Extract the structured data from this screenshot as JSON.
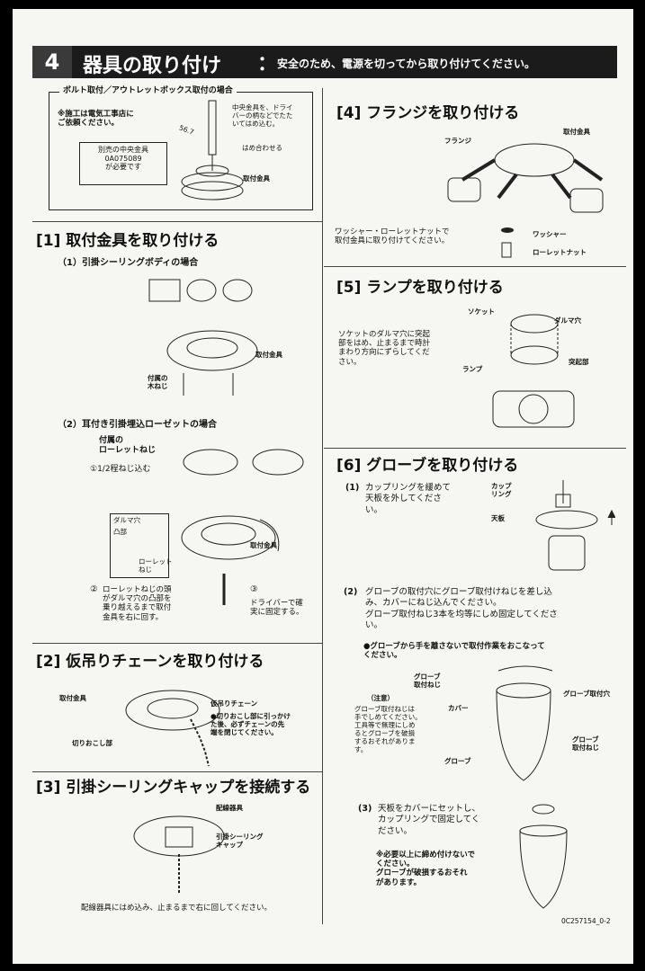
{
  "header": {
    "number": "4",
    "title": "器具の取り付け",
    "colon": "：",
    "note": "安全のため、電源を切ってから取り付けてください。"
  },
  "bolt_box": {
    "title": "ボルト取付／アウトレットボックス取付の場合",
    "warning": "※施工は電気工事店に\nご依頼ください。",
    "sold_separately": "別売の中央金具\n0A075089\nが必要です",
    "dimension": "56.7",
    "driver_note": "中央金具を、ドライ\nバーの柄などでたた\nいてはめ込む。",
    "fit_note": "はめ合わせる",
    "bracket": "取付金具"
  },
  "s1": {
    "title": "[1] 取付金具を取り付ける",
    "case1": "（1）引掛シーリングボディの場合",
    "bracket": "取付金具",
    "screw": "付属の\n木ねじ",
    "case2": "（2）耳付き引掛埋込ローゼットの場合",
    "knurled": "付属の\nローレットねじ",
    "step1": "①1/2程ねじ込む",
    "daruma": "ダルマ穴",
    "convex": "凸部",
    "knurled_small": "ローレット\nねじ",
    "step2_num": "②",
    "step2": "ローレットねじの頭\nがダルマ穴の凸部を\n乗り越えるまで取付\n金具を右に回す。",
    "bracket2": "取付金具",
    "step3_num": "③",
    "step3": "ドライバーで確\n実に固定する。"
  },
  "s2": {
    "title": "[2] 仮吊りチェーンを取り付ける",
    "bracket": "取付金具",
    "chain": "仮吊りチェーン",
    "chain_note": "●切りおこし部に引っかけ\nた後、必ずチェーンの先\n端を閉じてください。",
    "cutout": "切りおこし部"
  },
  "s3": {
    "title": "[3] 引掛シーリングキャップを接続する",
    "wiring": "配線器具",
    "cap": "引掛シーリング\nキャップ",
    "note": "配線器具にはめ込み、止まるまで右に回してください。"
  },
  "s4": {
    "title": "[4] フランジを取り付ける",
    "flange": "フランジ",
    "bracket": "取付金具",
    "note": "ワッシャー・ローレットナットで\n取付金具に取り付けてください。",
    "washer": "ワッシャー",
    "nut": "ローレットナット"
  },
  "s5": {
    "title": "[5] ランプを取り付ける",
    "socket": "ソケット",
    "daruma": "ダルマ穴",
    "note": "ソケットのダルマ穴に突起\n部をはめ、止まるまで時計\nまわり方向にずらしてくだ\nさい。",
    "lamp": "ランプ",
    "protrusion": "突起部"
  },
  "s6": {
    "title": "[6] グローブを取り付ける",
    "step1_num": "(1)",
    "step1": "カップリングを緩めて\n天板を外してくださ\nい。",
    "coupling": "カップ\nリング",
    "plate": "天板",
    "step2_num": "(2)",
    "step2": "グローブの取付穴にグローブ取付けねじを差し込\nみ、カバーにねじ込んでください。\nグローブ取付ねじ3本を均等にしめ固定してくださ\nい。",
    "step2_warn": "●グローブから手を離さないで取付作業をおこなって\nください。",
    "globe_screw": "グローブ\n取付ねじ",
    "globe_hole": "グローブ取付穴",
    "caution_title": "（注意）",
    "caution": "グローブ取付ねじは\n手でしめてください。\n工具等で無理にしめ\nるとグローブを破損\nするおそれがありま\nす。",
    "cover": "カバー",
    "globe": "グローブ",
    "globe_screw2": "グローブ\n取付ねじ",
    "step3_num": "(3)",
    "step3": "天板をカバーにセットし、\nカップリングで固定してく\nださい。",
    "step3_warn": "※必要以上に締め付けないで\nください。\nグローブが破損するおそれ\nがあります。"
  },
  "footer": {
    "code": "0C257154_0-2"
  }
}
